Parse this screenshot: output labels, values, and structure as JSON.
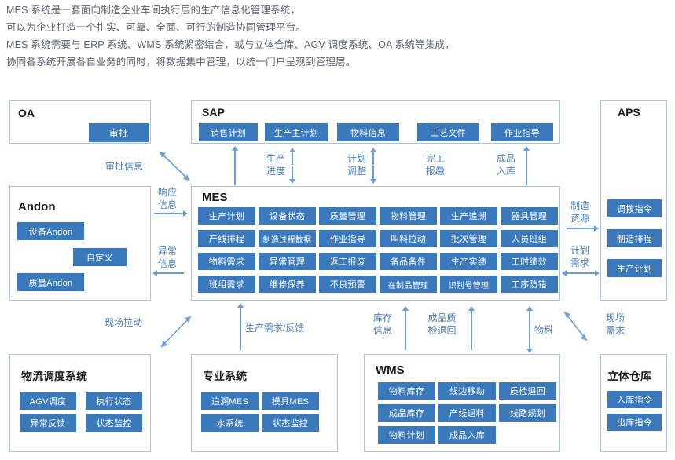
{
  "intro": {
    "line1": "MES 系统是一套面向制造企业车间执行层的生产信息化管理系统，",
    "line2": "可以为企业打造一个扎实、可靠、全面、可行的制造协同管理平台。",
    "line3": "MES 系统需要与 ERP 系统、WMS 系统紧密结合，或与立体仓库、AGV 调度系统、OA 系统等集成，",
    "line4": "协同各系统开展各自业务的同时，将数据集中管理，以统一门户呈现到管理层。"
  },
  "colors": {
    "button_blue": "#3b79bd",
    "box_border": "#a8c4e0",
    "label_blue": "#4a7fb5",
    "arrow_blue": "#6b9ed4",
    "intro_text": "#5c6370"
  },
  "boxes": {
    "oa": {
      "title": "OA",
      "buttons": [
        "审批"
      ]
    },
    "sap": {
      "title": "SAP",
      "buttons": [
        "销售计划",
        "生产主计划",
        "物料信息",
        "工艺文件",
        "作业指导"
      ]
    },
    "aps": {
      "title": "APS",
      "buttons": [
        "调拨指令",
        "制造排程",
        "生产计划"
      ]
    },
    "andon": {
      "title": "Andon",
      "buttons": [
        "设备Andon",
        "自定义",
        "质量Andon"
      ]
    },
    "mes": {
      "title": "MES",
      "buttons": [
        "生产计划",
        "设备状态",
        "质量管理",
        "物料管理",
        "生产追溯",
        "器具管理",
        "产线排程",
        "制造过程数据",
        "作业指导",
        "叫料拉动",
        "批次管理",
        "人员班组",
        "物料需求",
        "异常管理",
        "返工报废",
        "备品备件",
        "生产实绩",
        "工时绩效",
        "班组需求",
        "维修保养",
        "不良预警",
        "在制品管理",
        "识别号管理",
        "工序防错"
      ]
    },
    "logistics": {
      "title": "物流调度系统",
      "buttons": [
        "AGV调度",
        "执行状态",
        "异常反馈",
        "状态监控"
      ]
    },
    "professional": {
      "title": "专业系统",
      "buttons": [
        "追溯MES",
        "模具MES",
        "水系统",
        "状态监控"
      ]
    },
    "wms": {
      "title": "WMS",
      "buttons": [
        "物料库存",
        "线边移动",
        "质检退回",
        "成品库存",
        "产线退料",
        "线路规划",
        "物料计划",
        "成品入库"
      ]
    },
    "warehouse": {
      "title": "立体仓库",
      "buttons": [
        "入库指令",
        "出库指令"
      ]
    }
  },
  "connectors": {
    "approval_info": "审批信息",
    "response_info_a": "响应",
    "response_info_b": "信息",
    "exception_info_a": "异常",
    "exception_info_b": "信息",
    "prod_progress_a": "生产",
    "prod_progress_b": "进度",
    "plan_adjust_a": "计划",
    "plan_adjust_b": "调整",
    "finish_report_a": "完工",
    "finish_report_b": "报缴",
    "finished_in_a": "成品",
    "finished_in_b": "入库",
    "mfg_resource_a": "制造",
    "mfg_resource_b": "资源",
    "plan_demand_a": "计划",
    "plan_demand_b": "需求",
    "site_pull": "现场拉动",
    "prod_demand_feedback": "生产需求/反馈",
    "stock_info_a": "库存",
    "stock_info_b": "信息",
    "qc_return_a": "成品质",
    "qc_return_b": "检退回",
    "material": "物料",
    "site_demand_a": "现场",
    "site_demand_b": "需求"
  }
}
